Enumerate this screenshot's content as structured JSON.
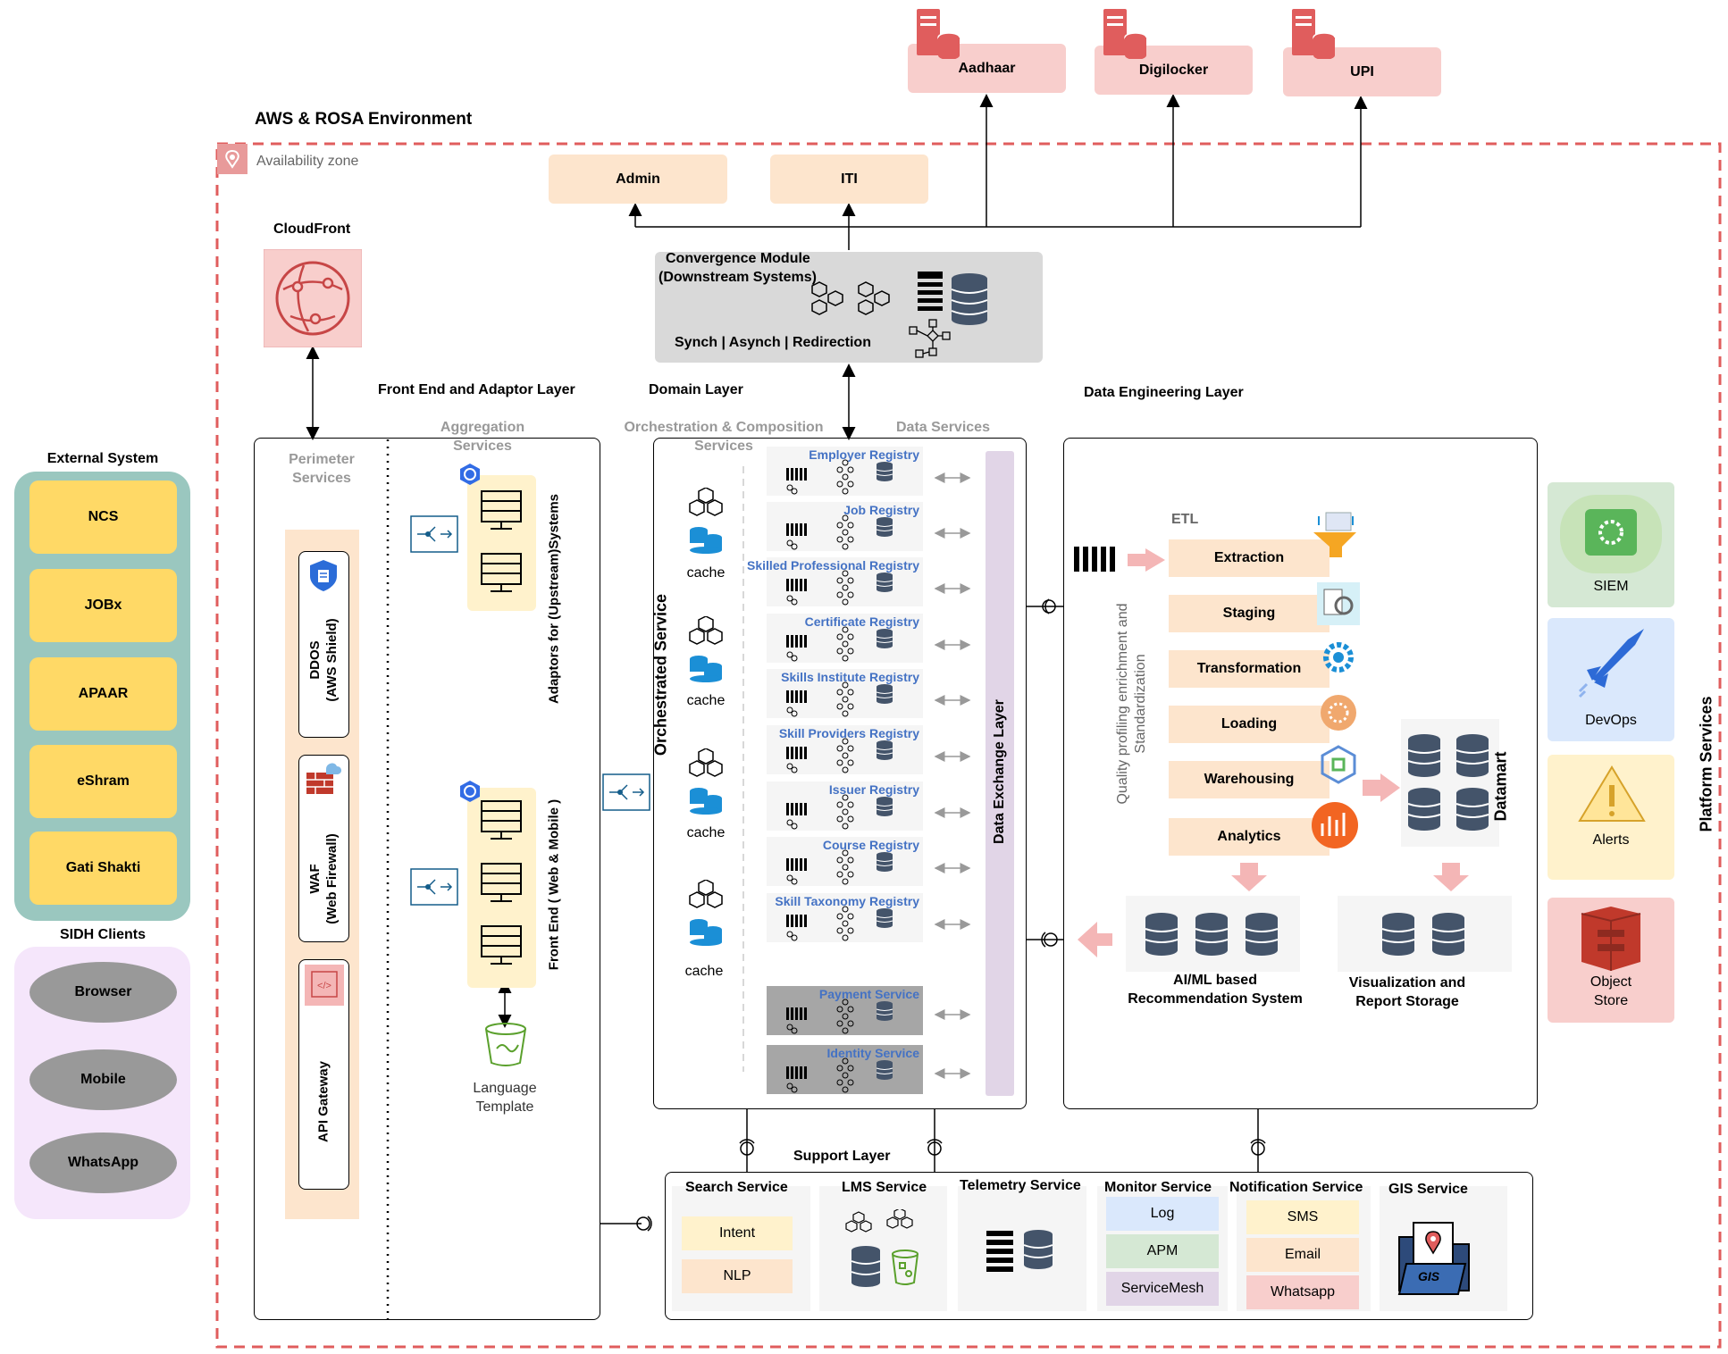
{
  "environment": {
    "title": "AWS & ROSA Environment",
    "availability_zone": "Availability zone"
  },
  "top_systems": [
    "Aadhaar",
    "Digilocker",
    "UPI"
  ],
  "portals": [
    "Admin",
    "ITI"
  ],
  "convergence": {
    "title_line1": "Convergence Module",
    "title_line2": "(Downstream Systems)",
    "modes": "Synch | Asynch | Redirection"
  },
  "cloudfront": {
    "label": "CloudFront"
  },
  "layers": {
    "front_end": "Front End and Adaptor Layer",
    "domain": "Domain Layer",
    "data_engineering": "Data Engineering Layer",
    "support": "Support Layer",
    "platform": "Platform Services"
  },
  "front_end_layer": {
    "perimeter_line1": "Perimeter",
    "perimeter_line2": "Services",
    "aggregation_line1": "Aggregation",
    "aggregation_line2": "Services",
    "ddos_line1": "DDOS",
    "ddos_line2": "(AWS Shield)",
    "waf_line1": "WAF",
    "waf_line2": "(Web Firewall)",
    "api_gateway": "API Gateway",
    "adaptors": "Adaptors for (Upstream)Systems",
    "front_end": "Front End ( Web & Mobile )",
    "language_line1": "Language",
    "language_line2": "Template"
  },
  "domain_layer": {
    "orchestration_line1": "Orchestration & Composition",
    "orchestration_line2": "Services",
    "data_services": "Data Services",
    "orchestrated_service": "Orchestrated Service",
    "cache_label": "cache",
    "data_exchange_layer": "Data Exchange Layer",
    "registries": [
      "Employer Registry",
      "Job Registry",
      "Skilled Professional Registry",
      "Certificate Registry",
      "Skills Institute Registry",
      "Skill Providers Registry",
      "Issuer Registry",
      "Course Registry",
      "Skill Taxonomy Registry"
    ],
    "services": [
      "Payment Service",
      "Identity Service"
    ]
  },
  "data_engineering": {
    "etl_label": "ETL",
    "steps": [
      "Extraction",
      "Staging",
      "Transformation",
      "Loading",
      "Warehousing",
      "Analytics"
    ],
    "quality_line1": "Quality profiling enrichment and",
    "quality_line2": "Standardization",
    "datamart": "Datamart",
    "aiml_line1": "AI/ML based",
    "aiml_line2": "Recommendation System",
    "viz_line1": "Visualization and",
    "viz_line2": "Report Storage"
  },
  "external": {
    "title": "External System",
    "items": [
      "NCS",
      "JOBx",
      "APAAR",
      "eShram",
      "Gati Shakti"
    ]
  },
  "clients": {
    "title": "SIDH Clients",
    "items": [
      "Browser",
      "Mobile",
      "WhatsApp"
    ]
  },
  "support": {
    "search": {
      "title": "Search Service",
      "items": [
        "Intent",
        "NLP"
      ]
    },
    "lms": {
      "title": "LMS Service"
    },
    "telemetry": {
      "title": "Telemetry Service"
    },
    "monitor": {
      "title": "Monitor Service",
      "items": [
        "Log",
        "APM",
        "ServiceMesh"
      ]
    },
    "notification": {
      "title": "Notification Service",
      "items": [
        "SMS",
        "Email",
        "Whatsapp"
      ]
    },
    "gis": {
      "title": "GIS Service",
      "icon_text": "GIS"
    }
  },
  "platform": {
    "items": [
      "SIEM",
      "DevOps",
      "Alerts"
    ],
    "object_store_line1": "Object",
    "object_store_line2": "Store"
  },
  "colors": {
    "zone_border": "#e05d5d",
    "external_bg": "#9ac7bf",
    "external_card": "#ffd966",
    "clients_bg": "#f5e6fb",
    "client_pill": "#999999",
    "red_system": "#f8cecc",
    "peach": "#fde5cd",
    "registry_link": "#4472c4",
    "exchange_bar": "#e1d5e7"
  }
}
